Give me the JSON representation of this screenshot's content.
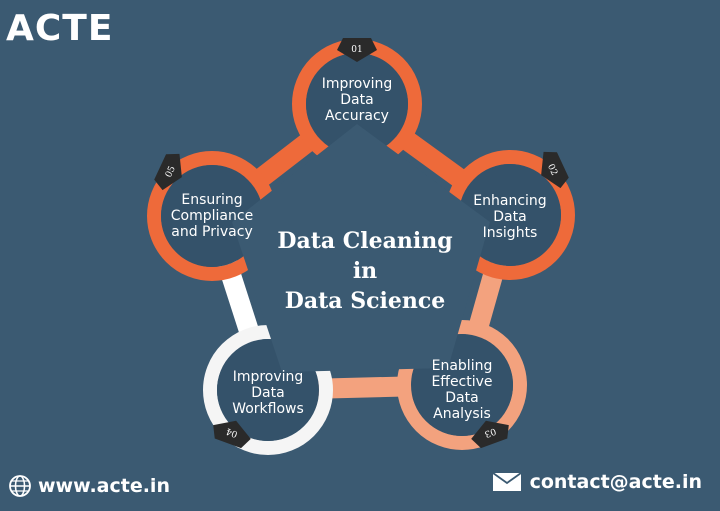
{
  "brand": {
    "logo_text": "ACTE"
  },
  "center": {
    "line1": "Data Cleaning",
    "line2": "in",
    "line3": "Data Science"
  },
  "nodes": [
    {
      "number": "01",
      "lines": [
        "Improving",
        "Data",
        "Accuracy"
      ]
    },
    {
      "number": "02",
      "lines": [
        "Enhancing",
        "Data",
        "Insights"
      ]
    },
    {
      "number": "03",
      "lines": [
        "Enabling",
        "Effective",
        "Data",
        "Analysis"
      ]
    },
    {
      "number": "04",
      "lines": [
        "Improving",
        "Data",
        "Workflows"
      ]
    },
    {
      "number": "05",
      "lines": [
        "Ensuring",
        "Compliance",
        "and Privacy"
      ]
    }
  ],
  "footer": {
    "website": "www.acte.in",
    "email": "contact@acte.in",
    "website_icon": "globe-icon",
    "email_icon": "envelope-icon"
  },
  "colors": {
    "background": "#3b5a72",
    "accent_orange": "#ee6a3a",
    "accent_peach": "#f3a27e",
    "ring_white": "#f5f5f5",
    "badge_dark": "#2a2a2a"
  }
}
